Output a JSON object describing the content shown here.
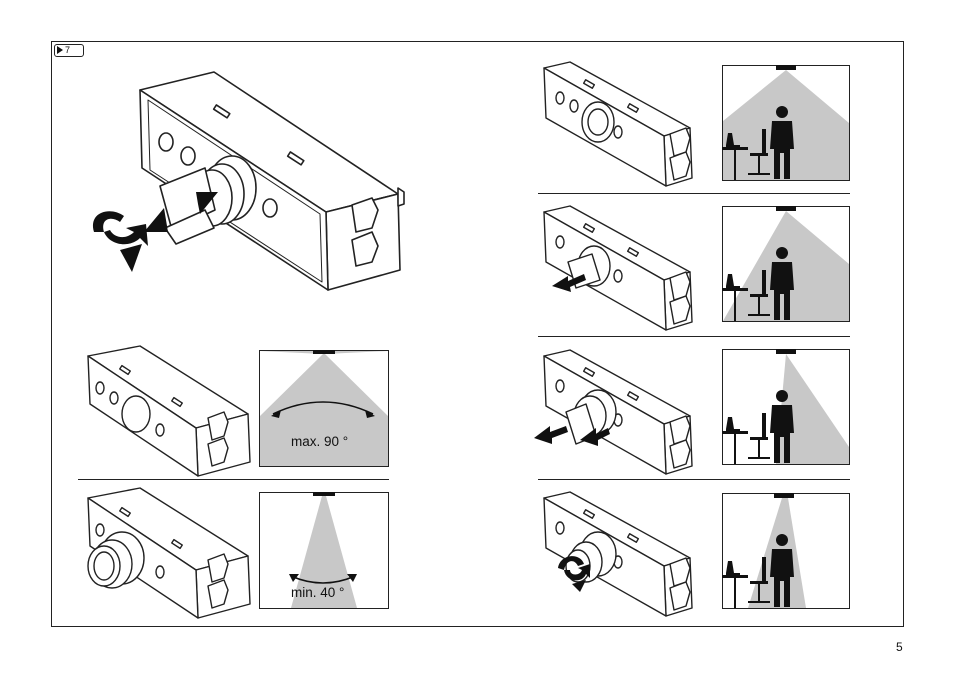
{
  "step": {
    "number": "7"
  },
  "page": {
    "number": "5"
  },
  "settings": [
    {
      "name": "wide",
      "label": "max. 90 °"
    },
    {
      "name": "narrow",
      "label": "min. 40 °"
    }
  ],
  "icons": [
    "play-triangle-icon",
    "rotate-arrow-icon",
    "double-arrow-icon",
    "pull-arrow-icon",
    "push-arrow-icon"
  ],
  "colors": {
    "beam": "#c8c8c8",
    "line": "#222222",
    "figure": "#111111"
  }
}
